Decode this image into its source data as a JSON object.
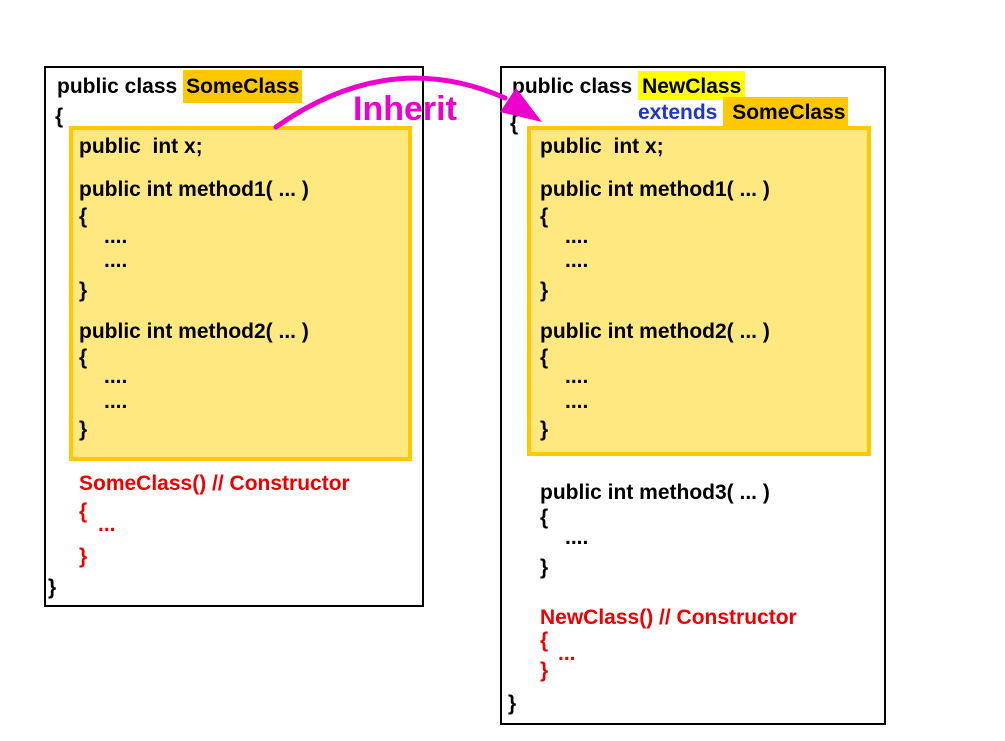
{
  "inherit": {
    "label": "Inherit"
  },
  "left_panel": {
    "declaration": {
      "prefix": "public class ",
      "class_name": "SomeClass"
    },
    "open_brace": "{",
    "member_box": {
      "lines": [
        "public  int x;",
        "public int method1( ... )",
        "{",
        "....",
        "....",
        "}",
        "public int method2( ... )",
        "{",
        "....",
        "....",
        "}"
      ]
    },
    "constructor": {
      "signature": "SomeClass() // Constructor",
      "open_brace": "{",
      "body": "...",
      "close_brace": "}"
    },
    "close_brace": "}"
  },
  "right_panel": {
    "declaration": {
      "prefix": "public class ",
      "class_name": "NewClass"
    },
    "extends_clause": {
      "keyword": "extends",
      "parent_class": "SomeClass"
    },
    "open_brace": "{",
    "member_box": {
      "lines": [
        "public  int x;",
        "public int method1( ... )",
        "{",
        "....",
        "....",
        "}",
        "public int method2( ... )",
        "{",
        "....",
        "....",
        "}"
      ]
    },
    "method3": {
      "signature": "public int method3( ... )",
      "open_brace": "{",
      "body": "....",
      "close_brace": "}"
    },
    "constructor": {
      "signature": "NewClass() // Constructor",
      "open_brace": "{",
      "body": "...",
      "close_brace": "}"
    },
    "close_brace": "}"
  },
  "colors": {
    "highlight_orange": "#FFC800",
    "highlight_yellow": "#FFFF00",
    "member_box_fill": "#FFE880",
    "member_box_border": "#FFC800",
    "constructor_red": "#EE0000",
    "extends_blue": "#2233CC",
    "inherit_magenta": "#EE00CC",
    "box_border_black": "#000000"
  }
}
